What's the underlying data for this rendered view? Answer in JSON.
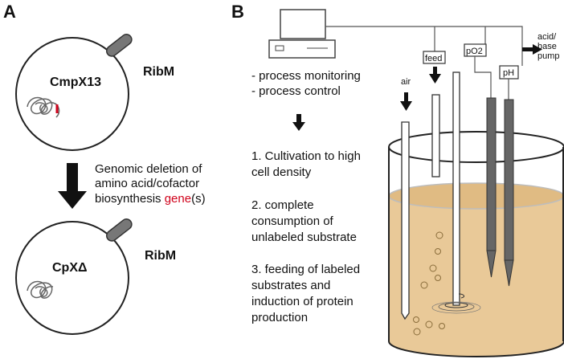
{
  "panel_a": {
    "label": "A",
    "cell1_name": "CmpX13",
    "cell1_protein": "RibM",
    "arrow_text_1": "Genomic deletion of",
    "arrow_text_2": "amino acid/cofactor",
    "arrow_text_3": "biosynthesis",
    "arrow_text_3_highlight": "gene",
    "arrow_text_3_end": "(s)",
    "cell2_name": "CpXΔ",
    "cell2_protein": "RibM",
    "highlight_color": "#d0021b"
  },
  "panel_b": {
    "label": "B",
    "monitor_1": "- process monitoring",
    "monitor_2": "- process control",
    "step1_a": "1. Cultivation to high",
    "step1_b": "cell density",
    "step2_a": "2. complete",
    "step2_b": "consumption of",
    "step2_c": "unlabeled substrate",
    "step3_a": "3. feeding of labeled",
    "step3_b": "substrates and",
    "step3_c": "induction of protein",
    "step3_d": "production",
    "air": "air",
    "feed": "feed",
    "po2": "pO2",
    "ph": "pH",
    "pump_1": "acid/",
    "pump_2": "base",
    "pump_3": "pump",
    "medium_color": "#e9c998"
  }
}
